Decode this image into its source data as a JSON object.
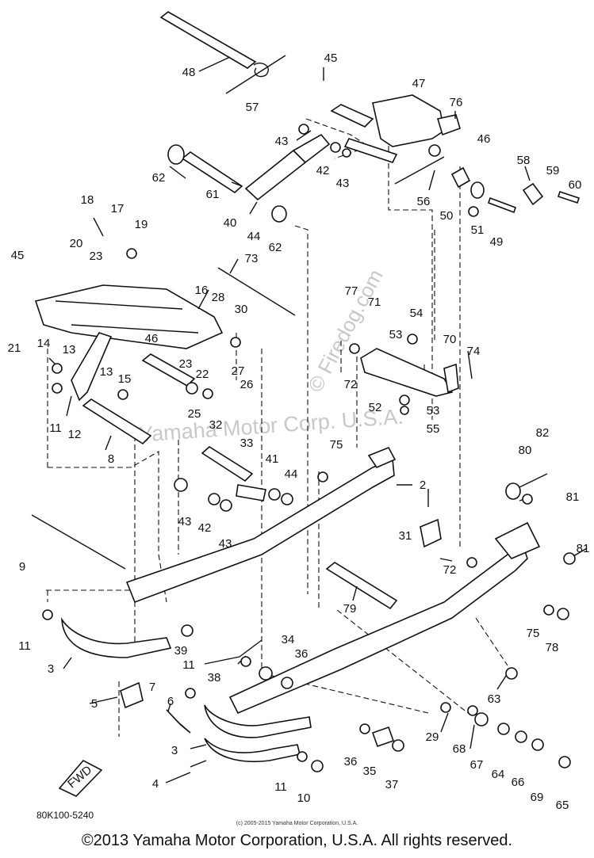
{
  "watermark": {
    "site": "© Firedog.com",
    "company": "Yamaha Motor Corp. U.S.A."
  },
  "fwd_label": "FWD",
  "diagram_code": "80K100-5240",
  "small_copyright": "(c) 2005-2015 Yamaha Motor Corporation, U.S.A.",
  "footer": "©2013 Yamaha Motor Corporation, U.S.A. All rights reserved.",
  "callouts": [
    "48",
    "57",
    "45",
    "47",
    "76",
    "43",
    "42",
    "43",
    "46",
    "62",
    "61",
    "40",
    "44",
    "62",
    "56",
    "50",
    "58",
    "59",
    "60",
    "51",
    "49",
    "18",
    "17",
    "19",
    "20",
    "23",
    "45",
    "73",
    "16",
    "28",
    "30",
    "77",
    "71",
    "54",
    "53",
    "70",
    "74",
    "21",
    "14",
    "13",
    "46",
    "23",
    "22",
    "27",
    "72",
    "52",
    "13",
    "15",
    "25",
    "26",
    "53",
    "55",
    "11",
    "12",
    "8",
    "32",
    "33",
    "41",
    "44",
    "75",
    "2",
    "82",
    "80",
    "81",
    "43",
    "42",
    "43",
    "31",
    "9",
    "72",
    "81",
    "79",
    "11",
    "3",
    "39",
    "34",
    "11",
    "36",
    "38",
    "75",
    "78",
    "5",
    "7",
    "6",
    "63",
    "29",
    "68",
    "67",
    "3",
    "36",
    "35",
    "37",
    "64",
    "66",
    "69",
    "65",
    "4",
    "11",
    "10"
  ]
}
